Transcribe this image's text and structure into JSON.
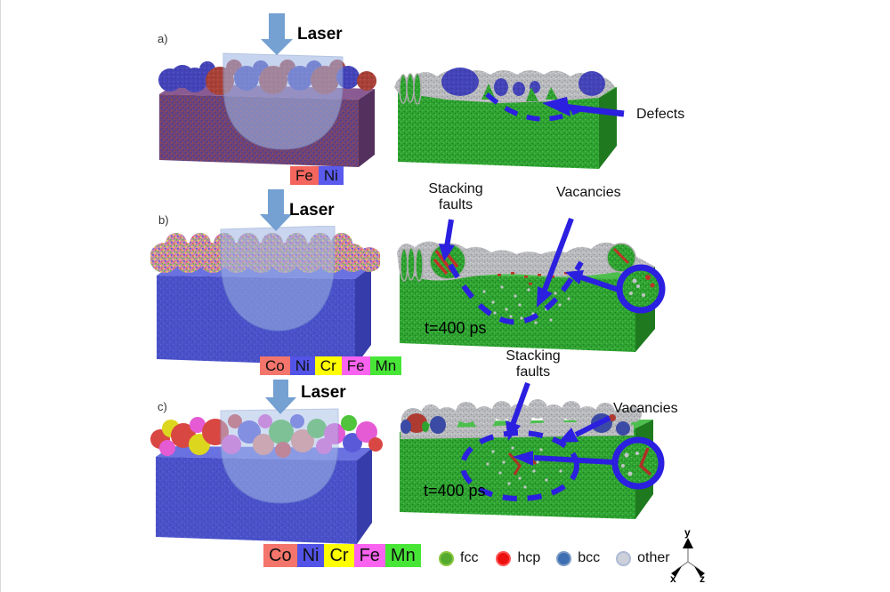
{
  "figure": {
    "panel_a": {
      "label": "a)",
      "laser_label": "Laser",
      "defects_label": "Defects"
    },
    "legend_feni": {
      "items": [
        {
          "symbol": "Fe",
          "color": "#f4655d"
        },
        {
          "symbol": "Ni",
          "color": "#5a5aef"
        }
      ]
    },
    "panel_b": {
      "label": "b)",
      "laser_label": "Laser",
      "stacking_line1": "Stacking",
      "stacking_line2": "faults",
      "vacancies_label": "Vacancies",
      "time_label": "t=400 ps"
    },
    "legend_hea_mid": {
      "items": [
        {
          "symbol": "Co",
          "color": "#f4756b"
        },
        {
          "symbol": "Ni",
          "color": "#5353e8"
        },
        {
          "symbol": "Cr",
          "color": "#ffff00"
        },
        {
          "symbol": "Fe",
          "color": "#fa63f0"
        },
        {
          "symbol": "Mn",
          "color": "#47e636"
        }
      ]
    },
    "panel_c": {
      "label": "c)",
      "laser_label": "Laser",
      "stacking_line1": "Stacking",
      "stacking_line2": "faults",
      "vacancies_label": "Vacancies",
      "time_label": "t=400 ps"
    },
    "legend_hea_bottom": {
      "items": [
        {
          "symbol": "Co",
          "color": "#f4756b"
        },
        {
          "symbol": "Ni",
          "color": "#5353e8"
        },
        {
          "symbol": "Cr",
          "color": "#ffff00"
        },
        {
          "symbol": "Fe",
          "color": "#fa63f0"
        },
        {
          "symbol": "Mn",
          "color": "#47e636"
        }
      ]
    },
    "legend_structure": {
      "items": [
        {
          "label": "fcc",
          "color": "#54aa2e"
        },
        {
          "label": "hcp",
          "color": "#ee0f0f"
        },
        {
          "label": "bcc",
          "color": "#3d6fb2"
        },
        {
          "label": "other",
          "color": "#ccd0d9"
        }
      ]
    },
    "axis_triad": {
      "x": "x",
      "y": "y",
      "z": "z"
    },
    "colors": {
      "annotation_blue": "#2b1fe0",
      "laser_arrow": "#74a0d2",
      "substrate_a": "#6f4477",
      "substrate_bc": "#4a51c9",
      "fcc_green": "#2ea330",
      "melt_gray": "#b8b9bc"
    }
  }
}
